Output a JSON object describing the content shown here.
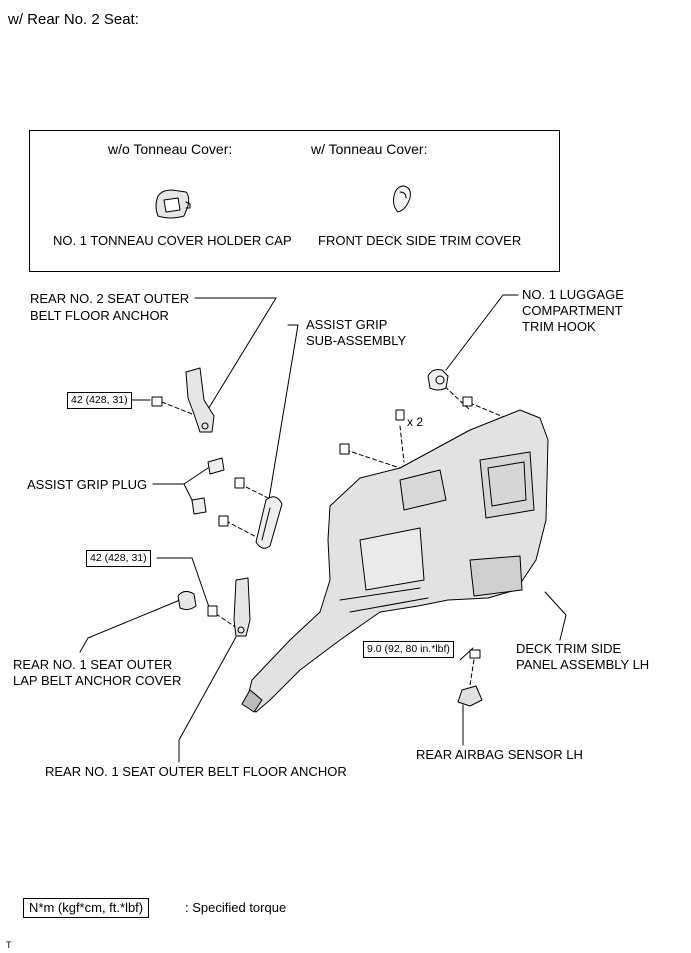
{
  "heading": "w/ Rear No. 2 Seat:",
  "inset": {
    "left_title": "w/o Tonneau Cover:",
    "right_title": "w/ Tonneau Cover:",
    "left_part": "NO. 1 TONNEAU COVER HOLDER CAP",
    "right_part": "FRONT DECK SIDE TRIM COVER"
  },
  "labels": {
    "rear2_anchor_line1": "REAR NO. 2 SEAT OUTER",
    "rear2_anchor_line2": "BELT FLOOR ANCHOR",
    "assist_grip_line1": "ASSIST GRIP",
    "assist_grip_line2": "SUB-ASSEMBLY",
    "luggage_hook_line1": "NO. 1 LUGGAGE",
    "luggage_hook_line2": "COMPARTMENT",
    "luggage_hook_line3": "TRIM HOOK",
    "assist_grip_plug": "ASSIST GRIP PLUG",
    "quantity": "x 2",
    "lap_cover_line1": "REAR NO. 1 SEAT OUTER",
    "lap_cover_line2": "LAP BELT ANCHOR COVER",
    "deck_panel_line1": "DECK TRIM SIDE",
    "deck_panel_line2": "PANEL ASSEMBLY LH",
    "rear1_anchor": "REAR NO. 1 SEAT OUTER BELT FLOOR ANCHOR",
    "airbag_sensor": "REAR AIRBAG SENSOR LH"
  },
  "torques": {
    "anchor_upper": "42 (428, 31)",
    "anchor_lower": "42 (428, 31)",
    "sensor": "9.0 (92, 80 in.*lbf)"
  },
  "legend": {
    "unit_box": "N*m (kgf*cm, ft.*lbf)",
    "description": ": Specified torque"
  },
  "footer_mark": "T"
}
